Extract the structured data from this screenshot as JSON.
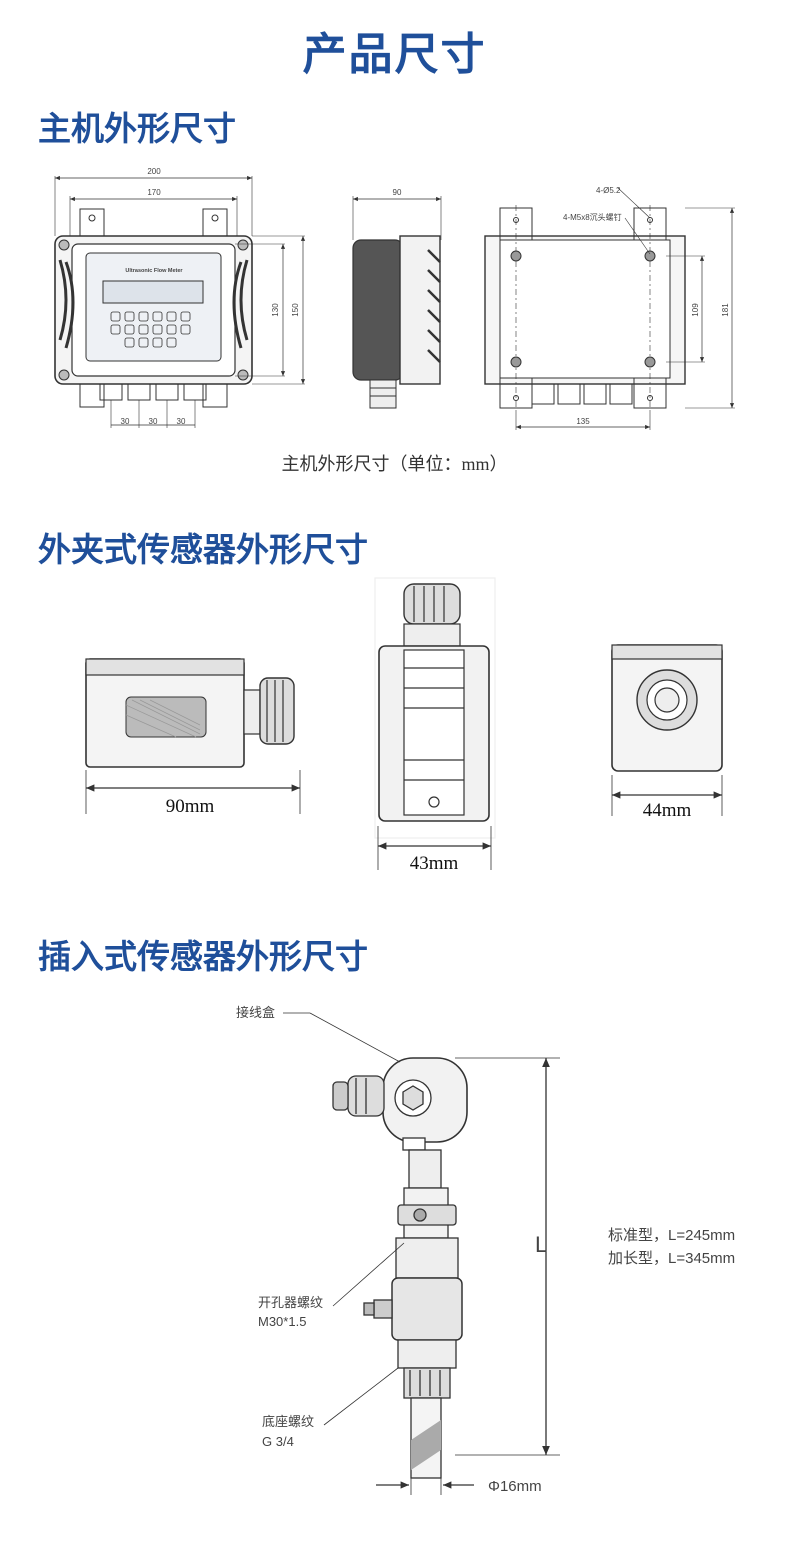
{
  "page_title": "产品尺寸",
  "sections": {
    "host": "主机外形尺寸",
    "clamp": "外夹式传感器外形尺寸",
    "insert": "插入式传感器外形尺寸"
  },
  "host": {
    "caption": "主机外形尺寸（单位：mm）",
    "panel_label": "Ultrasonic Flow Meter",
    "front": {
      "w200": "200",
      "w170": "170",
      "h130": "130",
      "h150": "150",
      "b1": "30",
      "b2": "30",
      "b3": "30"
    },
    "side": {
      "w90": "90"
    },
    "back": {
      "holes": "4-Ø5.2",
      "screws": "4-M5x8沉头螺钉",
      "h109": "109",
      "h181": "181",
      "w135": "135"
    }
  },
  "clamp": {
    "len": "90mm",
    "width": "43mm",
    "depth": "44mm"
  },
  "insert": {
    "box": "接线盒",
    "opener": "开孔器螺纹",
    "opener_spec": "M30*1.5",
    "base": "底座螺纹",
    "base_spec": "G 3/4",
    "L": "L",
    "std": "标准型，L=245mm",
    "ext": "加长型，L=345mm",
    "dia": "Φ16mm"
  }
}
